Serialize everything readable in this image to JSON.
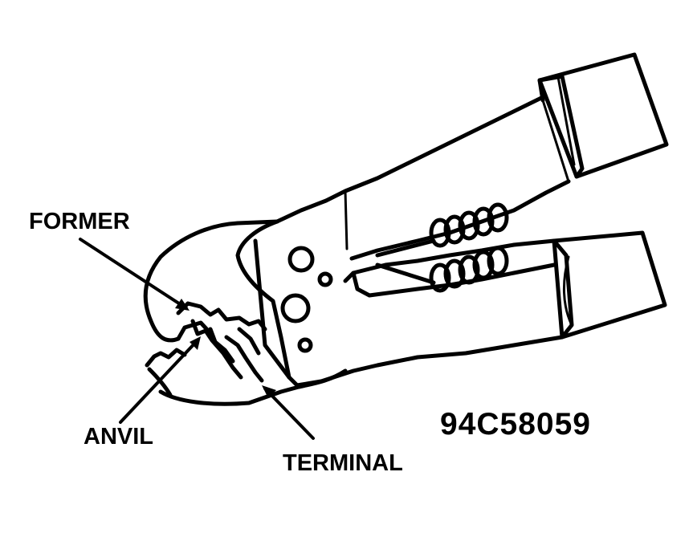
{
  "figure": {
    "code": "94C58059",
    "callouts": {
      "former": "FORMER",
      "anvil": "ANVIL",
      "terminal": "TERMINAL"
    }
  },
  "colors": {
    "ink": "#000000",
    "paper": "#ffffff"
  },
  "icons": {
    "tool": "crimping-pliers-illustration"
  }
}
